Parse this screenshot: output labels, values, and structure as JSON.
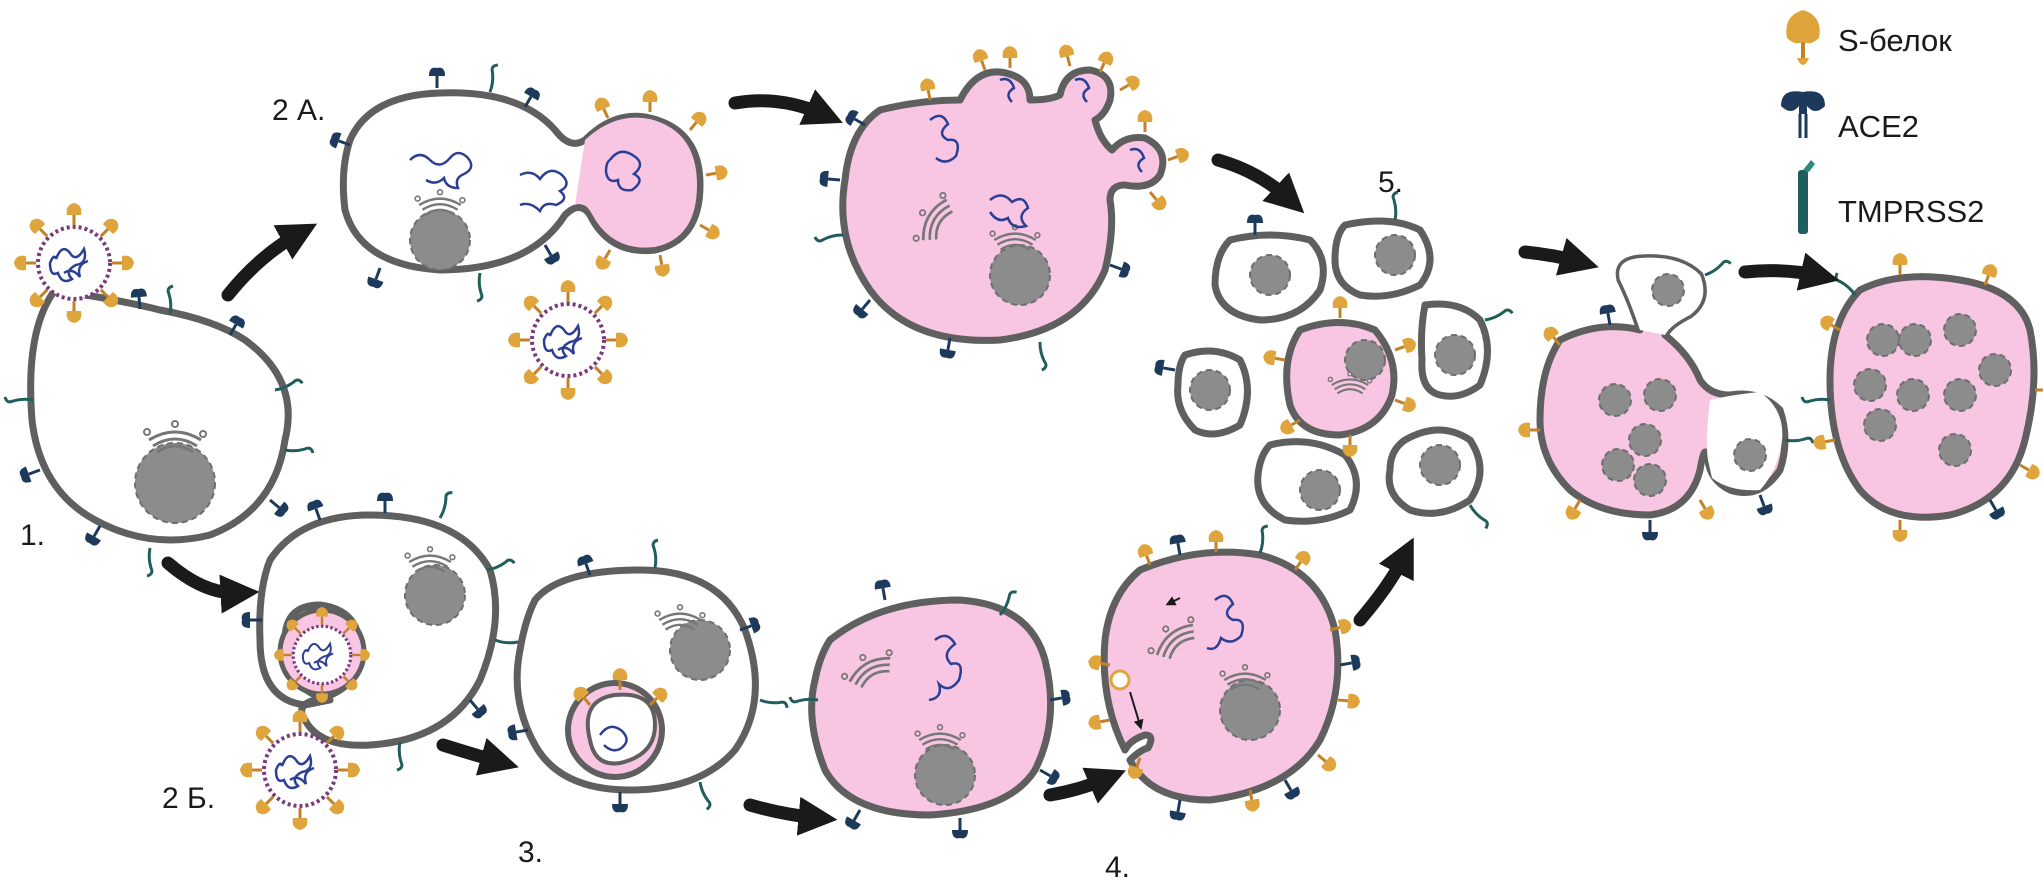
{
  "steps": {
    "s1": "1.",
    "s2a": "2 А.",
    "s2b": "2 Б.",
    "s3": "3.",
    "s4": "4.",
    "s5": "5."
  },
  "legend": {
    "s_protein": {
      "label": "S-белок",
      "icon": "s-protein-icon"
    },
    "ace2": {
      "label": "ACE2",
      "icon": "ace2-icon"
    },
    "tmprss2": {
      "label": "TMPRSS2",
      "icon": "tmprss2-icon"
    }
  },
  "colors": {
    "membrane": "#5f5f5f",
    "infected_cytoplasm": "#f8c6e2",
    "nucleus": "#8c8c8c",
    "s_protein": "#e0a43c",
    "ace2": "#1d3a5c",
    "tmprss2": "#1f5e5a",
    "rna": "#2b3f94",
    "arrow": "#1a1a1a"
  }
}
